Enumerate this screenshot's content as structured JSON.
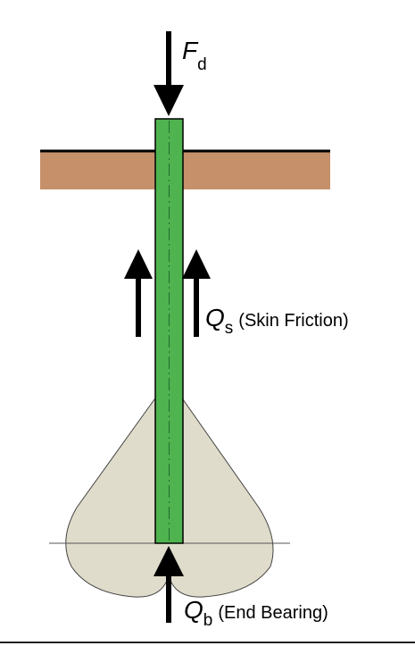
{
  "colors": {
    "pile": "#4fb34f",
    "pile_edge": "#000000",
    "pile_centerline": "#1f6e2f",
    "soil": "#c5906a",
    "bulb": "#e0dccb",
    "arrow": "#000000"
  },
  "labels": {
    "fd": {
      "symbol": "F",
      "subscript": "d"
    },
    "qs": {
      "symbol": "Q",
      "subscript": "s",
      "description": "(Skin Friction)"
    },
    "qb": {
      "symbol": "Q",
      "subscript": "b",
      "description": "(End Bearing)"
    }
  }
}
